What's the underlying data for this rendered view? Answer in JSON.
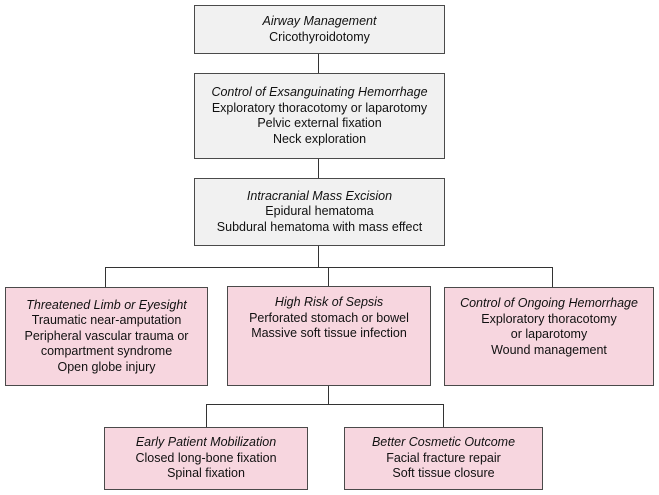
{
  "boxes": {
    "airway": {
      "title": "Airway Management",
      "items": [
        "Cricothyroidotomy"
      ]
    },
    "exsanguinating": {
      "title": "Control of Exsanguinating Hemorrhage",
      "items": [
        "Exploratory thoracotomy or laparotomy",
        "Pelvic external fixation",
        "Neck exploration"
      ]
    },
    "intracranial": {
      "title": "Intracranial Mass Excision",
      "items": [
        "Epidural hematoma",
        "Subdural hematoma with mass effect"
      ]
    },
    "limb": {
      "title": "Threatened Limb or Eyesight",
      "items": [
        "Traumatic near-amputation",
        "Peripheral vascular trauma or",
        "compartment syndrome",
        "Open globe injury"
      ]
    },
    "sepsis": {
      "title": "High Risk of Sepsis",
      "items": [
        "Perforated stomach or bowel",
        "Massive soft tissue infection"
      ]
    },
    "ongoing": {
      "title": "Control of Ongoing Hemorrhage",
      "items": [
        "Exploratory thoracotomy",
        "or laparotomy",
        "Wound management"
      ]
    },
    "mobilization": {
      "title": "Early Patient Mobilization",
      "items": [
        "Closed long-bone fixation",
        "Spinal fixation"
      ]
    },
    "cosmetic": {
      "title": "Better Cosmetic Outcome",
      "items": [
        "Facial fracture repair",
        "Soft tissue closure"
      ]
    }
  },
  "colors": {
    "gray_fill": "#f1f1f1",
    "pink_fill": "#f7d6df",
    "border": "#4a4a4a"
  }
}
